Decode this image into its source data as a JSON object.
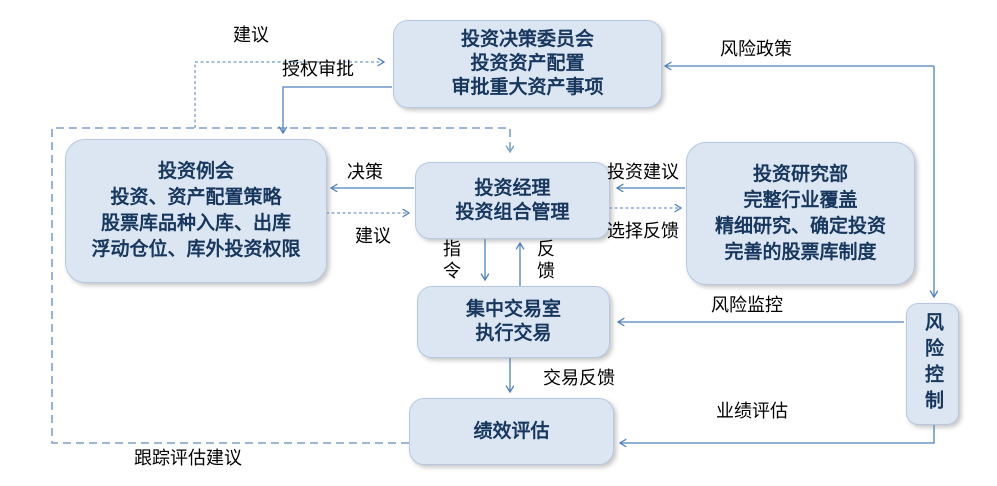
{
  "diagram": {
    "nodes": {
      "committee": {
        "lines": [
          "投资决策委员会",
          "投资资产配置",
          "审批重大资产事项"
        ]
      },
      "meeting": {
        "lines": [
          "投资例会",
          "投资、资产配置策略",
          "股票库品种入库、出库",
          "浮动仓位、库外投资权限"
        ]
      },
      "manager": {
        "lines": [
          "投资经理",
          "投资组合管理"
        ]
      },
      "research": {
        "lines": [
          "投资研究部",
          "完整行业覆盖",
          "精细研究、确定投资",
          "完善的股票库制度"
        ]
      },
      "trading": {
        "lines": [
          "集中交易室",
          "执行交易"
        ]
      },
      "performance": {
        "lines": [
          "绩效评估"
        ]
      },
      "risk": {
        "label": "风险控制"
      }
    },
    "edge_labels": {
      "suggest_committee": "建议",
      "authorize": "授权审批",
      "risk_policy": "风险政策",
      "decision": "决策",
      "suggest_manager": "建议",
      "invest_advice": "投资建议",
      "select_feedback": "选择反馈",
      "instruction": "指令",
      "feedback": "反馈",
      "risk_monitor": "风险监控",
      "trade_feedback": "交易反馈",
      "perf_eval": "业绩评估",
      "track_advice": "跟踪评估建议"
    },
    "colors": {
      "node_fill": "#dce6f2",
      "node_border": "#b7c9e2",
      "node_text": "#17375e",
      "arrow_solid": "#4f81bd",
      "arrow_dashed_loop": "#7da0cc",
      "label_text": "#000000"
    }
  }
}
